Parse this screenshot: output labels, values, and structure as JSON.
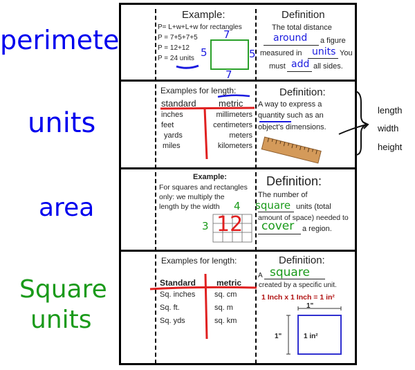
{
  "words": {
    "perimeter": "perimeter",
    "units": "units",
    "area": "area",
    "square_units_1": "Square",
    "square_units_2": "units"
  },
  "colors": {
    "blue": "#0000ee",
    "green": "#1a9a1a",
    "red": "#e02020"
  },
  "panel1": {
    "example_title": "Example:",
    "lines": [
      "P= L+w+L+w for rectangles",
      "P = 7+5+7+5",
      "P = 12+12",
      "P = 24 units"
    ],
    "rect_top": "7",
    "rect_left": "5",
    "rect_right": "5",
    "rect_bottom": "7",
    "def_title": "Definition",
    "def_l1": "The total distance",
    "def_around": "around",
    "def_l2_tail": "a figure",
    "def_l3_head": "measured in",
    "def_units": "units",
    "def_l3_tail": "You",
    "def_l4_head": "must",
    "def_add": "add",
    "def_l4_tail": "all sides."
  },
  "panel2": {
    "example_title": "Examples for length:",
    "col_standard": "standard",
    "col_metric": "metric",
    "standard": [
      "inches",
      "feet",
      "yards",
      "miles"
    ],
    "metric": [
      "millimeters",
      "centimeters",
      "meters",
      "kilometers"
    ],
    "def_title": "Definition:",
    "def_lines": [
      "A way to express a",
      "quantity such as an",
      "object's dimensions."
    ],
    "side": [
      "length",
      "width",
      "height"
    ]
  },
  "panel3": {
    "example_title": "Example:",
    "example_lines": [
      "For squares and rectangles",
      "only: we multiply the",
      "length by the width"
    ],
    "num4": "4",
    "num3": "3",
    "num12": "12",
    "def_title": "Definition:",
    "def_l1": "The number of",
    "def_square": "square",
    "def_l2_tail": "units (total",
    "def_l3": "amount of space) needed to",
    "def_cover": "cover",
    "def_l4_tail": "a region."
  },
  "panel4": {
    "example_title": "Examples for length:",
    "col_standard": "Standard",
    "col_metric": "metric",
    "standard": [
      "Sq. inches",
      "Sq. ft.",
      "Sq. yds"
    ],
    "metric": [
      "sq. cm",
      "sq. m",
      "sq. km"
    ],
    "def_title": "Definition:",
    "def_a": "A",
    "def_square": "square",
    "def_l2": "created by a specific unit.",
    "formula": "1 Inch x 1 Inch = 1 in²",
    "dim_top": "1\"",
    "dim_left": "1\"",
    "inner": "1 in²"
  }
}
